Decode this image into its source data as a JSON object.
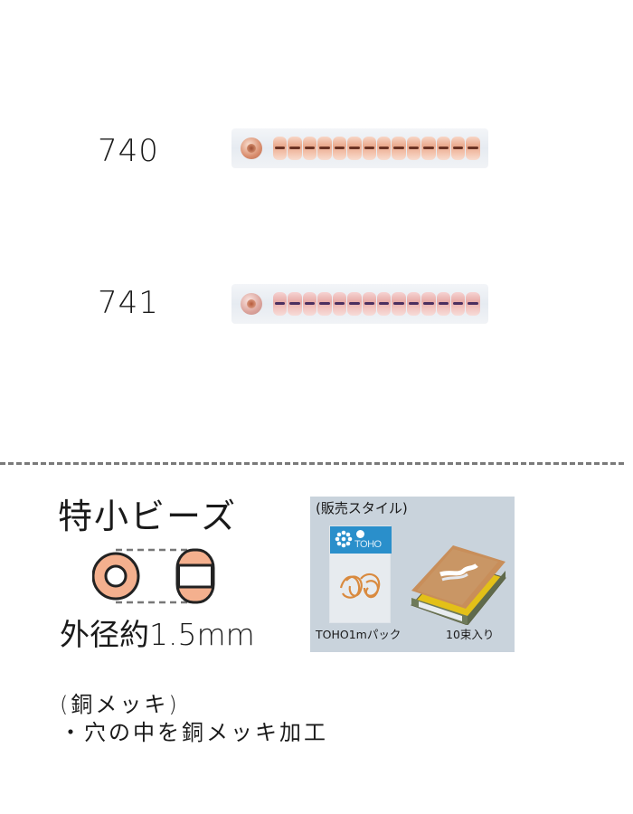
{
  "products": [
    {
      "code": "740",
      "bead_color": "#eaa98d",
      "hole_line_color": "#6b3324",
      "bead_count": 14
    },
    {
      "code": "741",
      "bead_color": "#e8aca8",
      "hole_line_color": "#4b2f5f",
      "bead_count": 14
    }
  ],
  "bead_type": {
    "title": "特小ビーズ",
    "diameter": "外径約1.5mm",
    "diagram_fill": "#f4b08e"
  },
  "sales_style": {
    "title": "(販売スタイル)",
    "pack": {
      "brand": "TOHO",
      "caption": "TOHO1mパック",
      "header_color": "#2a8fcb"
    },
    "box": {
      "caption": "10束入り"
    },
    "panel_color": "#c9d3dc"
  },
  "finish": {
    "title": "(銅メッキ)",
    "description": "・穴の中を銅メッキ加工"
  }
}
